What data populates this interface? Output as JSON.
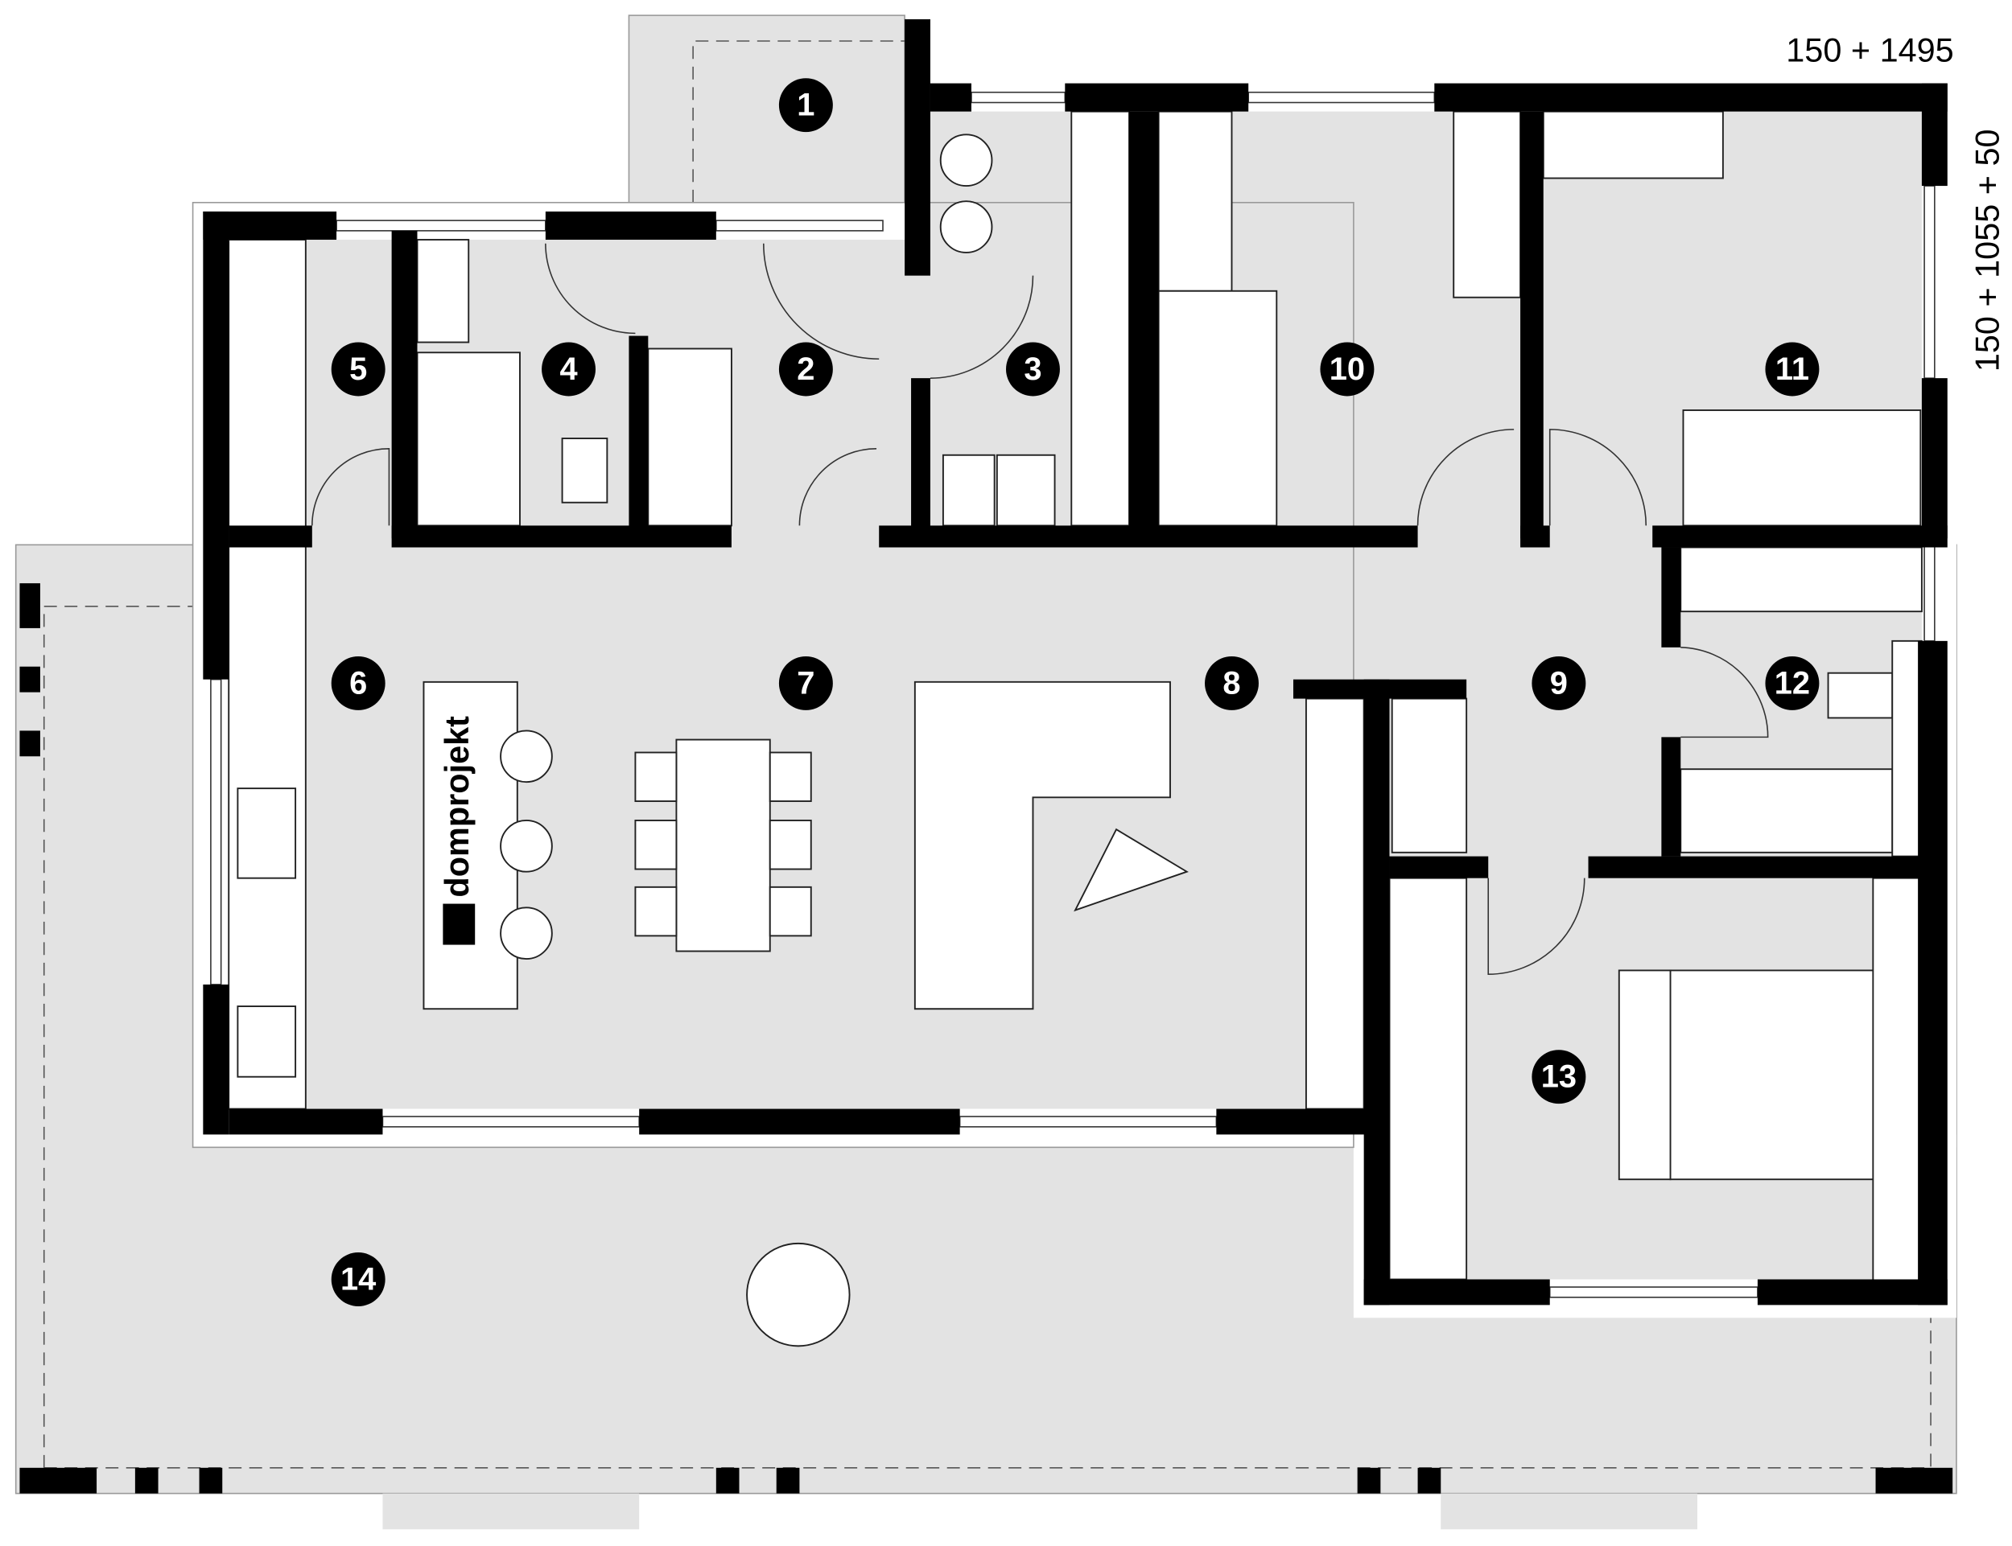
{
  "plan": {
    "dimension_width": "150 + 1495",
    "dimension_depth": "150 + 1055 + 50",
    "logo_text": "domprojekt",
    "rooms": [
      {
        "number": "1"
      },
      {
        "number": "2"
      },
      {
        "number": "3"
      },
      {
        "number": "4"
      },
      {
        "number": "5"
      },
      {
        "number": "6"
      },
      {
        "number": "7"
      },
      {
        "number": "8"
      },
      {
        "number": "9"
      },
      {
        "number": "10"
      },
      {
        "number": "11"
      },
      {
        "number": "12"
      },
      {
        "number": "13"
      },
      {
        "number": "14"
      }
    ]
  },
  "colors": {
    "wall": "#000000",
    "floor": "#e3e3e3",
    "furniture": "#ffffff"
  }
}
